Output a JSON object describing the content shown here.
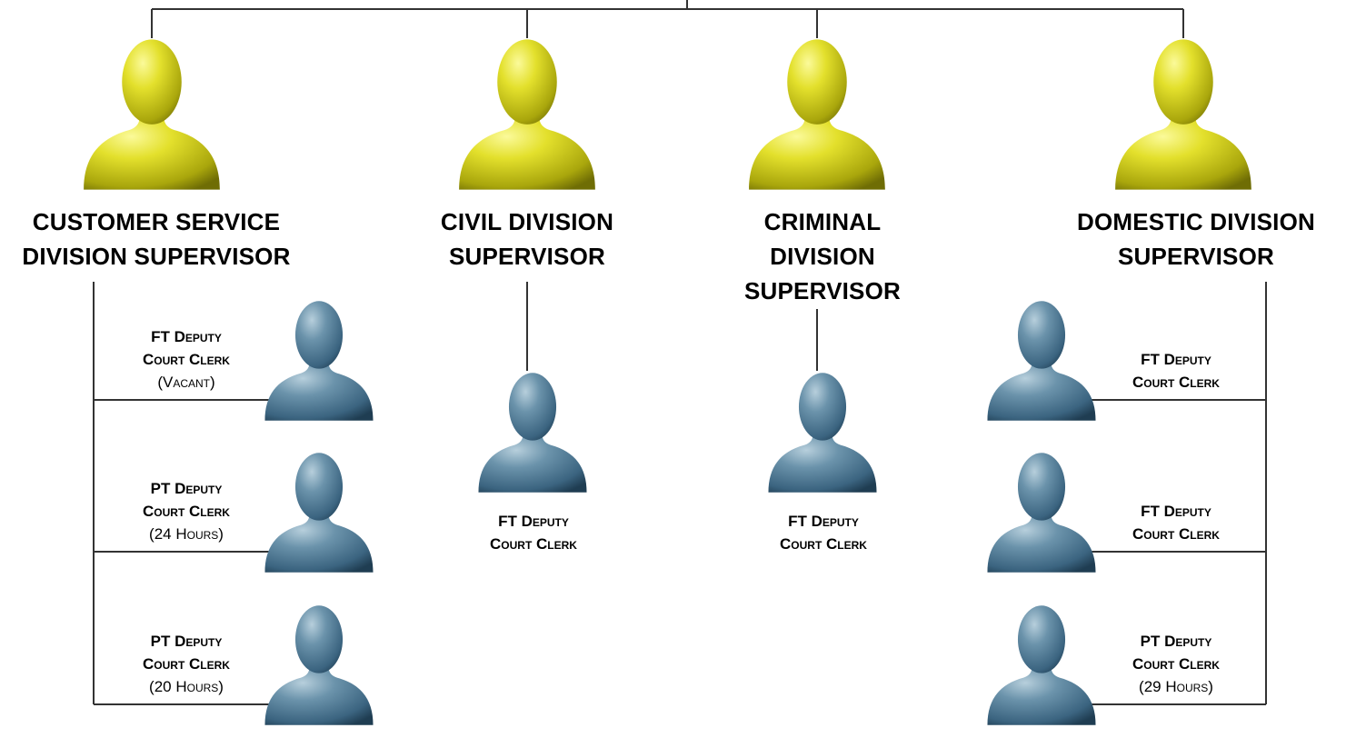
{
  "supervisors": [
    {
      "title": "CUSTOMER SERVICE\nDIVISION SUPERVISOR",
      "icon": "person-icon"
    },
    {
      "title": "CIVIL DIVISION\nSUPERVISOR",
      "icon": "person-icon"
    },
    {
      "title": "CRIMINAL\nDIVISION\nSUPERVISOR",
      "icon": "person-icon"
    },
    {
      "title": "DOMESTIC DIVISION\nSUPERVISOR",
      "icon": "person-icon"
    }
  ],
  "clerks": {
    "customer_service": [
      {
        "line1": "FT Deputy",
        "line2": "Court Clerk",
        "note": "(Vacant)"
      },
      {
        "line1": "PT Deputy",
        "line2": "Court Clerk",
        "note": "(24 Hours)"
      },
      {
        "line1": "PT Deputy",
        "line2": "Court Clerk",
        "note": "(20 Hours)"
      }
    ],
    "civil": [
      {
        "line1": "FT Deputy",
        "line2": "Court Clerk"
      }
    ],
    "criminal": [
      {
        "line1": "FT Deputy",
        "line2": "Court Clerk"
      }
    ],
    "domestic": [
      {
        "line1": "FT Deputy",
        "line2": "Court Clerk"
      },
      {
        "line1": "FT Deputy",
        "line2": "Court Clerk"
      },
      {
        "line1": "PT Deputy",
        "line2": "Court Clerk",
        "note": "(29 Hours)"
      }
    ]
  },
  "colors": {
    "supervisor": "#cfcc1a",
    "clerk": "#4f7b96",
    "connector": "#333333"
  }
}
